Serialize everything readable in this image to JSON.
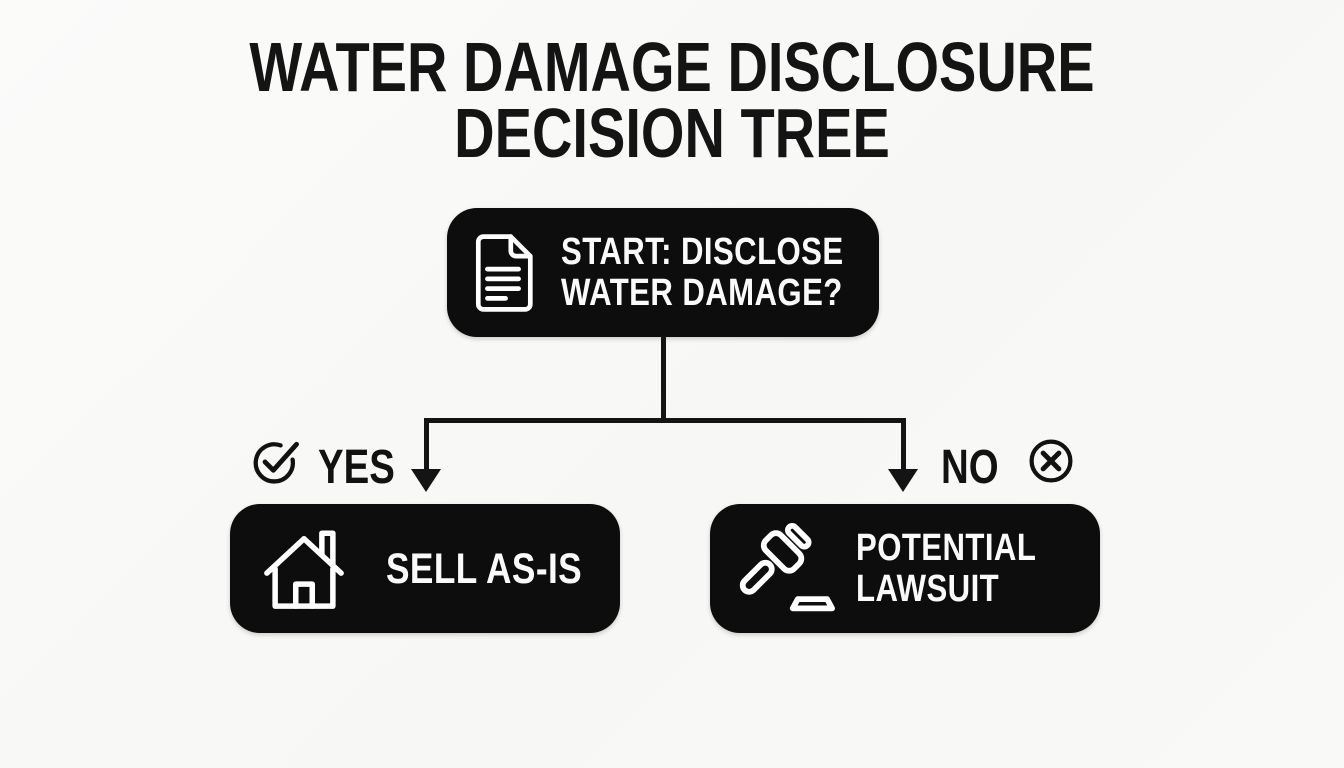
{
  "title": {
    "line1": "WATER DAMAGE DISCLOSURE",
    "line2": "DECISION TREE"
  },
  "start_node": {
    "icon": "document-icon",
    "lines": [
      "START: DISCLOSE",
      "WATER DAMAGE?"
    ]
  },
  "branches": {
    "yes": {
      "label": "YES",
      "icon": "check-circle-icon",
      "node": {
        "icon": "house-icon",
        "label": "SELL AS-IS"
      }
    },
    "no": {
      "label": "NO",
      "icon": "x-circle-icon",
      "node": {
        "icon": "gavel-icon",
        "lines": [
          "POTENTIAL",
          "LAWSUIT"
        ]
      }
    }
  },
  "colors": {
    "background": "#f8f8f6",
    "node_background": "#0d0d0d",
    "node_text": "#ffffff",
    "connector": "#141414",
    "title_text": "#141414"
  }
}
